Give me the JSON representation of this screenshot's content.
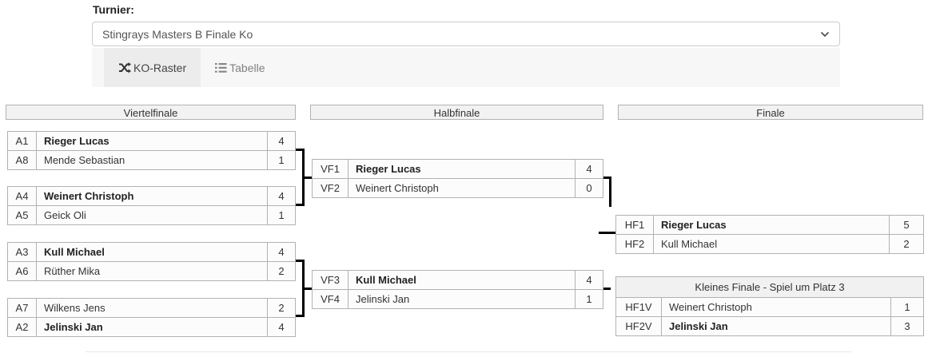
{
  "header": {
    "label": "Turnier:",
    "select_value": "Stingrays Masters B Finale Ko",
    "tabs": [
      {
        "label": "KO-Raster",
        "icon": "shuffle-icon",
        "active": true
      },
      {
        "label": "Tabelle",
        "icon": "list-icon",
        "active": false
      }
    ]
  },
  "colors": {
    "tab_bar_bg": "#f7f7f7",
    "active_tab_bg": "#ececec",
    "table_border": "#b2b2b2",
    "row_bg": "#fcfcfc",
    "header_bg": "#f1f1f1",
    "connector": "#000000"
  },
  "bracket": {
    "columns": [
      "Viertelfinale",
      "Halbfinale",
      "Finale"
    ],
    "quarterfinals": [
      {
        "rows": [
          {
            "seed": "A1",
            "name": "Rieger Lucas",
            "score": "4",
            "winner": true
          },
          {
            "seed": "A8",
            "name": "Mende Sebastian",
            "score": "1",
            "winner": false
          }
        ]
      },
      {
        "rows": [
          {
            "seed": "A4",
            "name": "Weinert Christoph",
            "score": "4",
            "winner": true
          },
          {
            "seed": "A5",
            "name": "Geick Oli",
            "score": "1",
            "winner": false
          }
        ]
      },
      {
        "rows": [
          {
            "seed": "A3",
            "name": "Kull Michael",
            "score": "4",
            "winner": true
          },
          {
            "seed": "A6",
            "name": "Rüther Mika",
            "score": "2",
            "winner": false
          }
        ]
      },
      {
        "rows": [
          {
            "seed": "A7",
            "name": "Wilkens Jens",
            "score": "2",
            "winner": false
          },
          {
            "seed": "A2",
            "name": "Jelinski Jan",
            "score": "4",
            "winner": true
          }
        ]
      }
    ],
    "semifinals": [
      {
        "rows": [
          {
            "seed": "VF1",
            "name": "Rieger Lucas",
            "score": "4",
            "winner": true
          },
          {
            "seed": "VF2",
            "name": "Weinert Christoph",
            "score": "0",
            "winner": false
          }
        ]
      },
      {
        "rows": [
          {
            "seed": "VF3",
            "name": "Kull Michael",
            "score": "4",
            "winner": true
          },
          {
            "seed": "VF4",
            "name": "Jelinski Jan",
            "score": "1",
            "winner": false
          }
        ]
      }
    ],
    "final": {
      "rows": [
        {
          "seed": "HF1",
          "name": "Rieger Lucas",
          "score": "5",
          "winner": true
        },
        {
          "seed": "HF2",
          "name": "Kull Michael",
          "score": "2",
          "winner": false
        }
      ]
    },
    "third_place": {
      "title": "Kleines Finale - Spiel um Platz 3",
      "rows": [
        {
          "seed": "HF1V",
          "name": "Weinert Christoph",
          "score": "1",
          "winner": false
        },
        {
          "seed": "HF2V",
          "name": "Jelinski Jan",
          "score": "3",
          "winner": true
        }
      ]
    }
  }
}
